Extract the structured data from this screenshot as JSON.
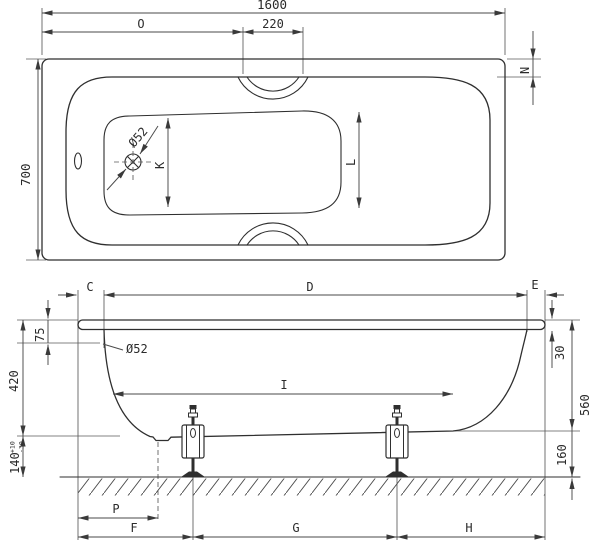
{
  "drawing_type": "bathtub-dimension-drawing",
  "colors": {
    "line": "#333333",
    "background": "#ffffff"
  },
  "top_view": {
    "overall_length": "1600",
    "overall_width": "700",
    "grip_recess_width": "220",
    "o": "O",
    "n": "N",
    "k": "K",
    "l": "L",
    "drain_diameter": "Ø52"
  },
  "side_view": {
    "c": "C",
    "d": "D",
    "e": "E",
    "i": "I",
    "p": "P",
    "f": "F",
    "g": "G",
    "h": "H",
    "rim_to_overflow": "75",
    "overflow_diameter": "Ø52",
    "rim_to_bottom": "420",
    "bottom_clearance": "140",
    "bottom_clearance_tol_upper": "+10",
    "bottom_clearance_tol_lower": "-30",
    "rim_thickness": "30",
    "overall_height": "560",
    "floor_to_bottom_edge": "160"
  }
}
